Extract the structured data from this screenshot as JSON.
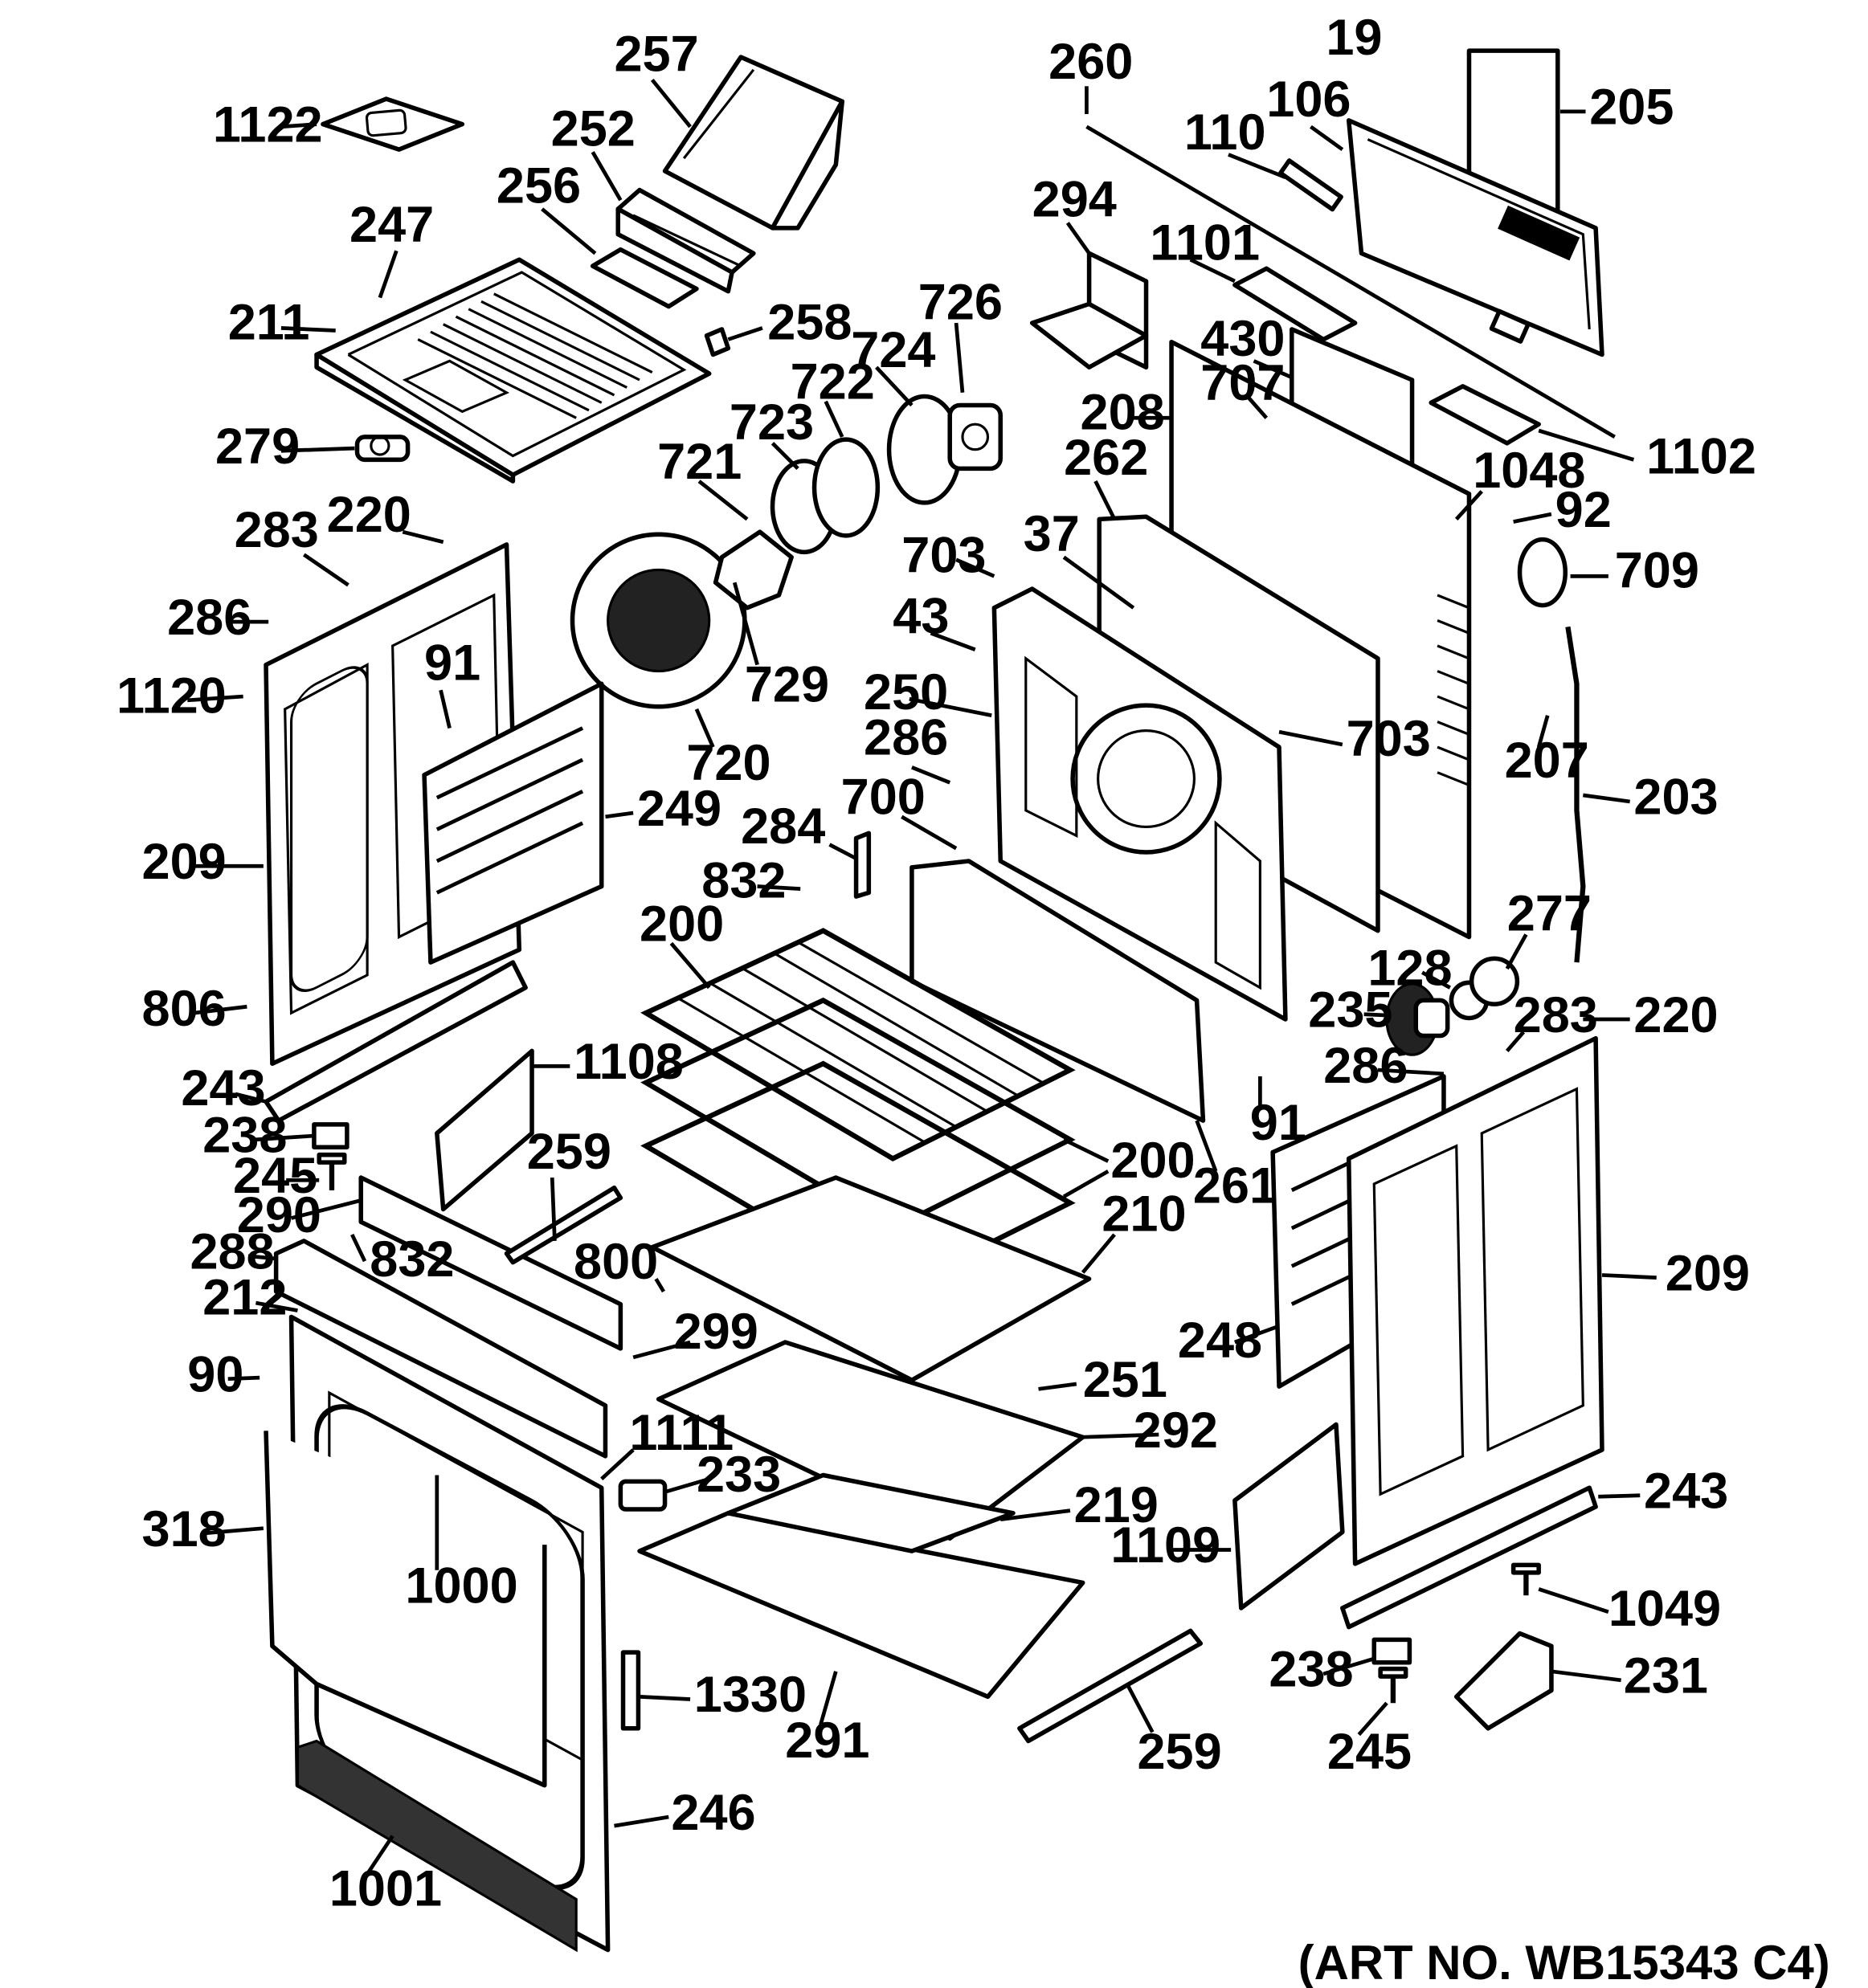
{
  "diagram": {
    "art_number": "(ART NO. WB15343 C4)",
    "callouts": [
      {
        "id": "c1122",
        "label": "1122"
      },
      {
        "id": "c257",
        "label": "257"
      },
      {
        "id": "c252",
        "label": "252"
      },
      {
        "id": "c256",
        "label": "256"
      },
      {
        "id": "c247",
        "label": "247"
      },
      {
        "id": "c211",
        "label": "211"
      },
      {
        "id": "c258",
        "label": "258"
      },
      {
        "id": "c279",
        "label": "279"
      },
      {
        "id": "c260",
        "label": "260"
      },
      {
        "id": "c19",
        "label": "19"
      },
      {
        "id": "c106",
        "label": "106"
      },
      {
        "id": "c205",
        "label": "205"
      },
      {
        "id": "c110",
        "label": "110"
      },
      {
        "id": "c294",
        "label": "294"
      },
      {
        "id": "c1101",
        "label": "1101"
      },
      {
        "id": "c726",
        "label": "726"
      },
      {
        "id": "c724",
        "label": "724"
      },
      {
        "id": "c722",
        "label": "722"
      },
      {
        "id": "c723",
        "label": "723"
      },
      {
        "id": "c721",
        "label": "721"
      },
      {
        "id": "c430",
        "label": "430"
      },
      {
        "id": "c707",
        "label": "707"
      },
      {
        "id": "c208",
        "label": "208"
      },
      {
        "id": "c1102",
        "label": "1102"
      },
      {
        "id": "c262",
        "label": "262"
      },
      {
        "id": "c1048",
        "label": "1048"
      },
      {
        "id": "c92",
        "label": "92"
      },
      {
        "id": "c283a",
        "label": "283"
      },
      {
        "id": "c220a",
        "label": "220"
      },
      {
        "id": "c37",
        "label": "37"
      },
      {
        "id": "c703a",
        "label": "703"
      },
      {
        "id": "c709",
        "label": "709"
      },
      {
        "id": "c286a",
        "label": "286"
      },
      {
        "id": "c43",
        "label": "43"
      },
      {
        "id": "c729",
        "label": "729"
      },
      {
        "id": "c91a",
        "label": "91"
      },
      {
        "id": "c1120",
        "label": "1120"
      },
      {
        "id": "c250",
        "label": "250"
      },
      {
        "id": "c703b",
        "label": "703"
      },
      {
        "id": "c207",
        "label": "207"
      },
      {
        "id": "c720",
        "label": "720"
      },
      {
        "id": "c286b",
        "label": "286"
      },
      {
        "id": "c249",
        "label": "249"
      },
      {
        "id": "c203",
        "label": "203"
      },
      {
        "id": "c284",
        "label": "284"
      },
      {
        "id": "c700",
        "label": "700"
      },
      {
        "id": "c209a",
        "label": "209"
      },
      {
        "id": "c832a",
        "label": "832"
      },
      {
        "id": "c200a",
        "label": "200"
      },
      {
        "id": "c277",
        "label": "277"
      },
      {
        "id": "c128",
        "label": "128"
      },
      {
        "id": "c806",
        "label": "806"
      },
      {
        "id": "c235",
        "label": "235"
      },
      {
        "id": "c283b",
        "label": "283"
      },
      {
        "id": "c220b",
        "label": "220"
      },
      {
        "id": "c1108",
        "label": "1108"
      },
      {
        "id": "c286c",
        "label": "286"
      },
      {
        "id": "c243a",
        "label": "243"
      },
      {
        "id": "c91b",
        "label": "91"
      },
      {
        "id": "c238a",
        "label": "238"
      },
      {
        "id": "c200b",
        "label": "200"
      },
      {
        "id": "c259a",
        "label": "259"
      },
      {
        "id": "c261",
        "label": "261"
      },
      {
        "id": "c245a",
        "label": "245"
      },
      {
        "id": "c290",
        "label": "290"
      },
      {
        "id": "c210",
        "label": "210"
      },
      {
        "id": "c288",
        "label": "288"
      },
      {
        "id": "c832b",
        "label": "832"
      },
      {
        "id": "c800",
        "label": "800"
      },
      {
        "id": "c209b",
        "label": "209"
      },
      {
        "id": "c212",
        "label": "212"
      },
      {
        "id": "c299",
        "label": "299"
      },
      {
        "id": "c248",
        "label": "248"
      },
      {
        "id": "c90",
        "label": "90"
      },
      {
        "id": "c251",
        "label": "251"
      },
      {
        "id": "c292",
        "label": "292"
      },
      {
        "id": "c1111",
        "label": "1111"
      },
      {
        "id": "c233",
        "label": "233"
      },
      {
        "id": "c243b",
        "label": "243"
      },
      {
        "id": "c219",
        "label": "219"
      },
      {
        "id": "c318",
        "label": "318"
      },
      {
        "id": "c1109",
        "label": "1109"
      },
      {
        "id": "c1000",
        "label": "1000"
      },
      {
        "id": "c1049",
        "label": "1049"
      },
      {
        "id": "c238b",
        "label": "238"
      },
      {
        "id": "c231",
        "label": "231"
      },
      {
        "id": "c1330",
        "label": "1330"
      },
      {
        "id": "c291",
        "label": "291"
      },
      {
        "id": "c259b",
        "label": "259"
      },
      {
        "id": "c245b",
        "label": "245"
      },
      {
        "id": "c246",
        "label": "246"
      },
      {
        "id": "c1001",
        "label": "1001"
      }
    ]
  }
}
